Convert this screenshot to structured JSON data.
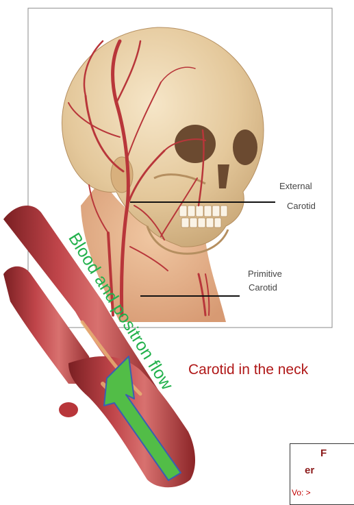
{
  "labels": {
    "external": [
      "External",
      "Carotid"
    ],
    "primitive": [
      "Primitive",
      "Carotid"
    ]
  },
  "caption": "Carotid in the neck",
  "flow_label": "Blood and positron flow",
  "info_box": {
    "line1": "F",
    "line2": "er",
    "line3": "If Vo: >"
  },
  "colors": {
    "artery": "#b8363a",
    "skull": "#e9d2ae",
    "skin": "#e7b890",
    "arrow": "#52bd47",
    "arrow_border": "#3a5fb0",
    "caption": "#b01818",
    "flow_label": "#22b14c"
  }
}
